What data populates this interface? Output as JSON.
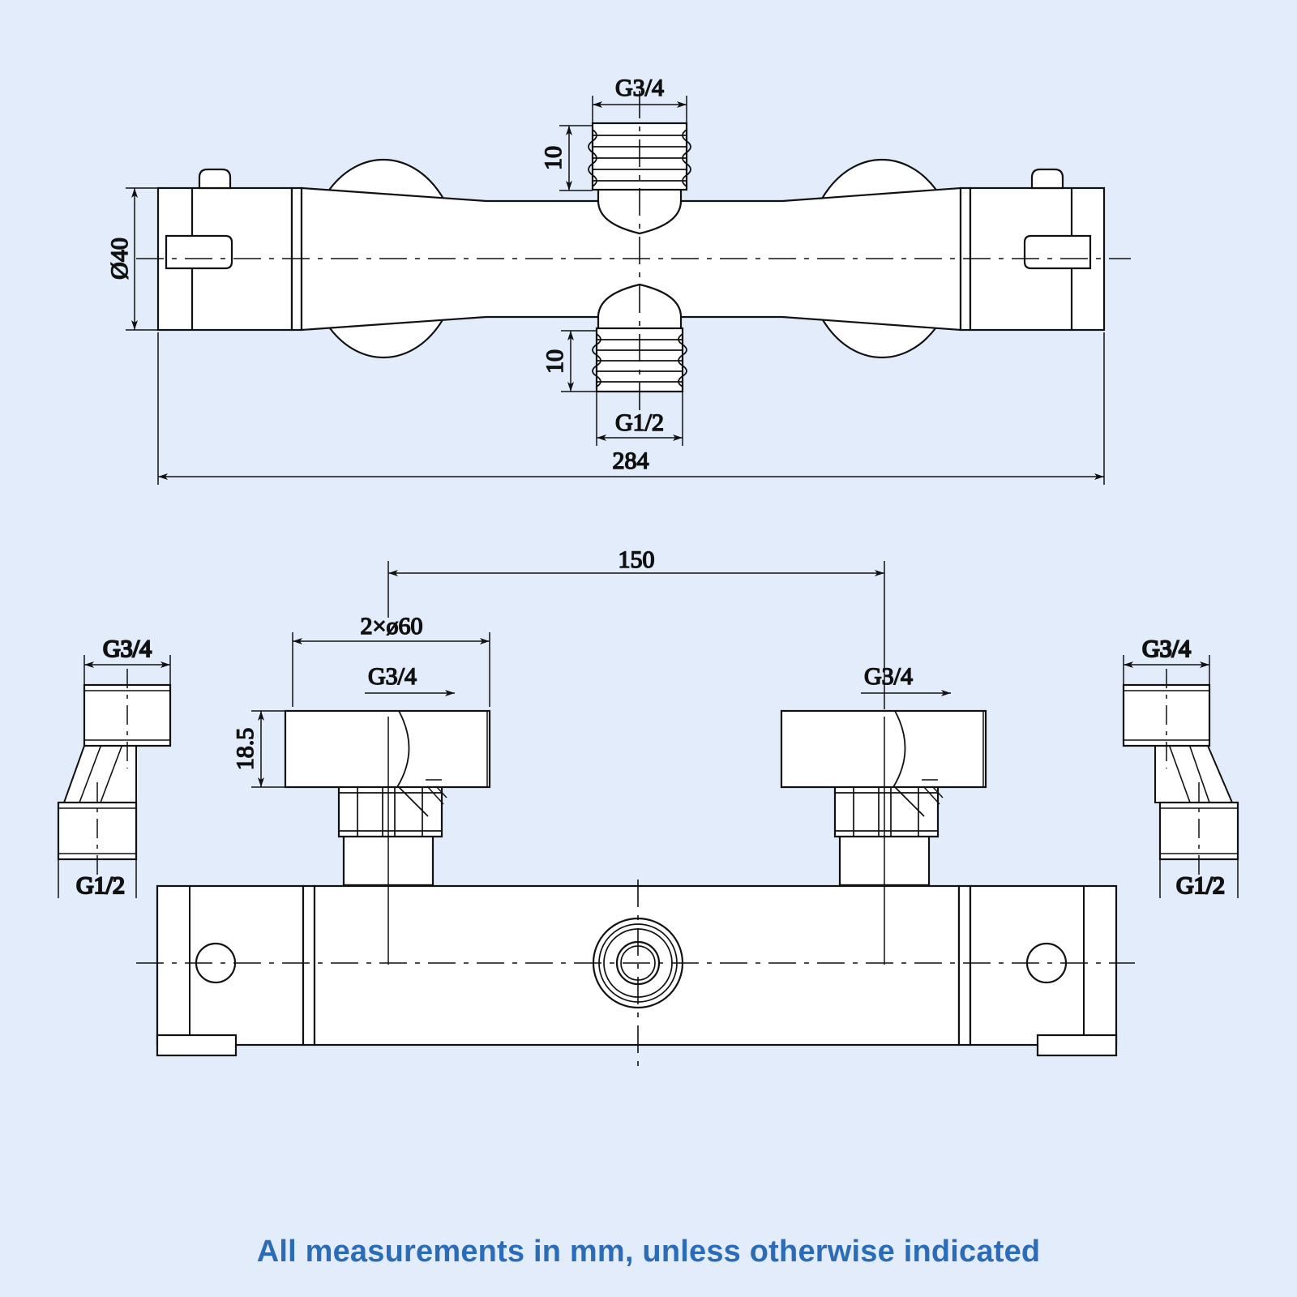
{
  "page": {
    "background_color": "#e3ecfa",
    "line_color": "#111111",
    "fill_color": "#ffffff",
    "caption": "All measurements in mm, unless otherwise indicated",
    "caption_color": "#2b6cb8"
  },
  "drawing": {
    "title_note": "Thermostatic bar shower mixer valve - technical dimension drawing",
    "units": "mm",
    "views": [
      {
        "name": "top-view",
        "label": ""
      },
      {
        "name": "front-view",
        "label": ""
      },
      {
        "name": "left-eccentric-detail",
        "label": ""
      },
      {
        "name": "right-eccentric-detail",
        "label": ""
      }
    ]
  },
  "dimensions": {
    "top_view": {
      "body_diameter": "Ø40",
      "outlet_thread_top": "G3/4",
      "outlet_thread_top_length": "10",
      "outlet_thread_bottom": "G1/2",
      "outlet_thread_bottom_length": "10",
      "overall_length": "284"
    },
    "front_view": {
      "handle_centres": "150",
      "handle_diameter": "2×ø60",
      "handle_thread": "G3/4",
      "handle_height": "18.5",
      "right_handle_thread": "G3/4"
    },
    "left_detail": {
      "top_thread": "G3/4",
      "bottom_thread": "G1/2"
    },
    "right_detail": {
      "top_thread": "G3/4",
      "bottom_thread": "G1/2"
    }
  },
  "labels": {
    "dia40": "Ø40",
    "g34": "G3/4",
    "g12": "G1/2",
    "ten": "10",
    "len284": "284",
    "len150": "150",
    "dia60x2": "2×ø60",
    "h185": "18.5"
  }
}
